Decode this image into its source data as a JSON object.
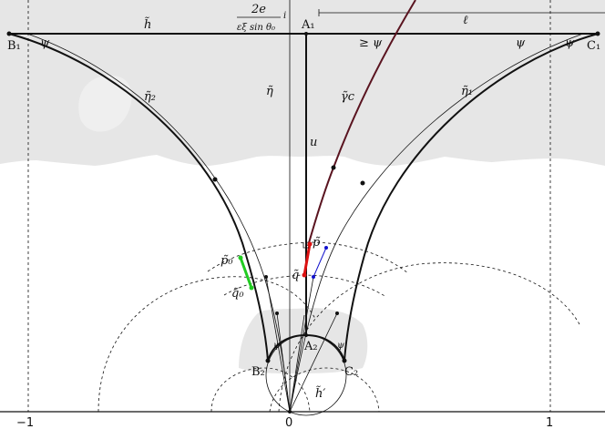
{
  "colors": {
    "shade": "#e6e6e6",
    "ink": "#111111",
    "gamma": "#5a1420",
    "green": "#22cc22",
    "red": "#dd1111",
    "blue": "#1111cc"
  },
  "labels": {
    "B1": "B₁",
    "C1": "C₁",
    "A1": "A₁",
    "A2": "A₂",
    "B2": "B₂",
    "C2": "C₂",
    "h_tilde": "h̃",
    "ell": "ℓ",
    "frac_num": "2e",
    "frac_den": "εξ sin θ₀",
    "frac_i": "i",
    "eta_tilde": "η̃",
    "eta2_tilde": "η̃₂",
    "eta1_tilde": "η̃₁",
    "gamma_c_tilde": "γ̃c",
    "u": "u",
    "psi": "ψ",
    "geq_psi": "≥ ψ",
    "p_tilde": "p̃",
    "q_tilde": "q̃",
    "p0_tilde": "p̃₀",
    "q0_tilde": "q̃₀",
    "h_prime_tilde": "h̃′"
  },
  "axis": {
    "ticks": [
      "−1",
      "0",
      "1"
    ]
  }
}
